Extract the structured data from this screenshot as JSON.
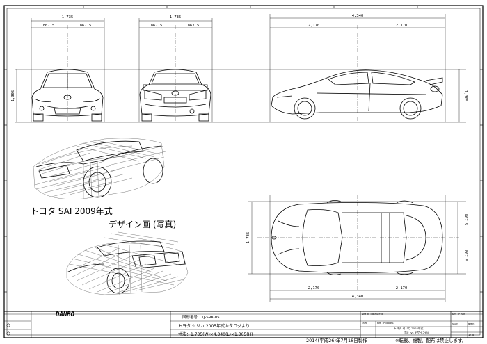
{
  "drawing": {
    "front_view": {
      "total_width": "1,735",
      "half_left": "867.5",
      "half_right": "867.5"
    },
    "rear_view": {
      "total_width": "1,735",
      "half_left": "867.5",
      "half_right": "867.5"
    },
    "side_view": {
      "total_length": "4,340",
      "half_left": "2,170",
      "half_right": "2,170",
      "height": "1,305"
    },
    "left_height": "1,305",
    "top_view": {
      "width_left": "1,735",
      "half_top": "867.5",
      "half_bottom": "867.5",
      "half_left": "2,170",
      "half_right": "2,170",
      "total_length": "4,340"
    },
    "caption": {
      "line1": "トヨタ SAI 2009年式",
      "line2": "デザイン画 (写真)"
    }
  },
  "title_block": {
    "logo": "DANBO",
    "drawing_number": "図形番号　TJ-SRK-05",
    "source": "トヨタ セリカ 2005年式カタログより",
    "dimensions": "寸法：1,735(W)×4,340(L)×1,305(H)",
    "stamp_label": "STAMP",
    "name_label": "NAME OF DRAWING",
    "name_line1": "トヨタ セリカ 2005年式",
    "name_line2": "寸法 (vs デザイン画)",
    "scale_label": "SCALE",
    "scale_value": "1/30",
    "number_label": "NUMBER",
    "construction_label": "NAME OF CONSTRUCTION",
    "plan_label": "DATE OF PLAN"
  },
  "footer": {
    "date": "2014(平成26)年7月18日製作",
    "notice": "※転載、複製、配布は禁止します。"
  }
}
